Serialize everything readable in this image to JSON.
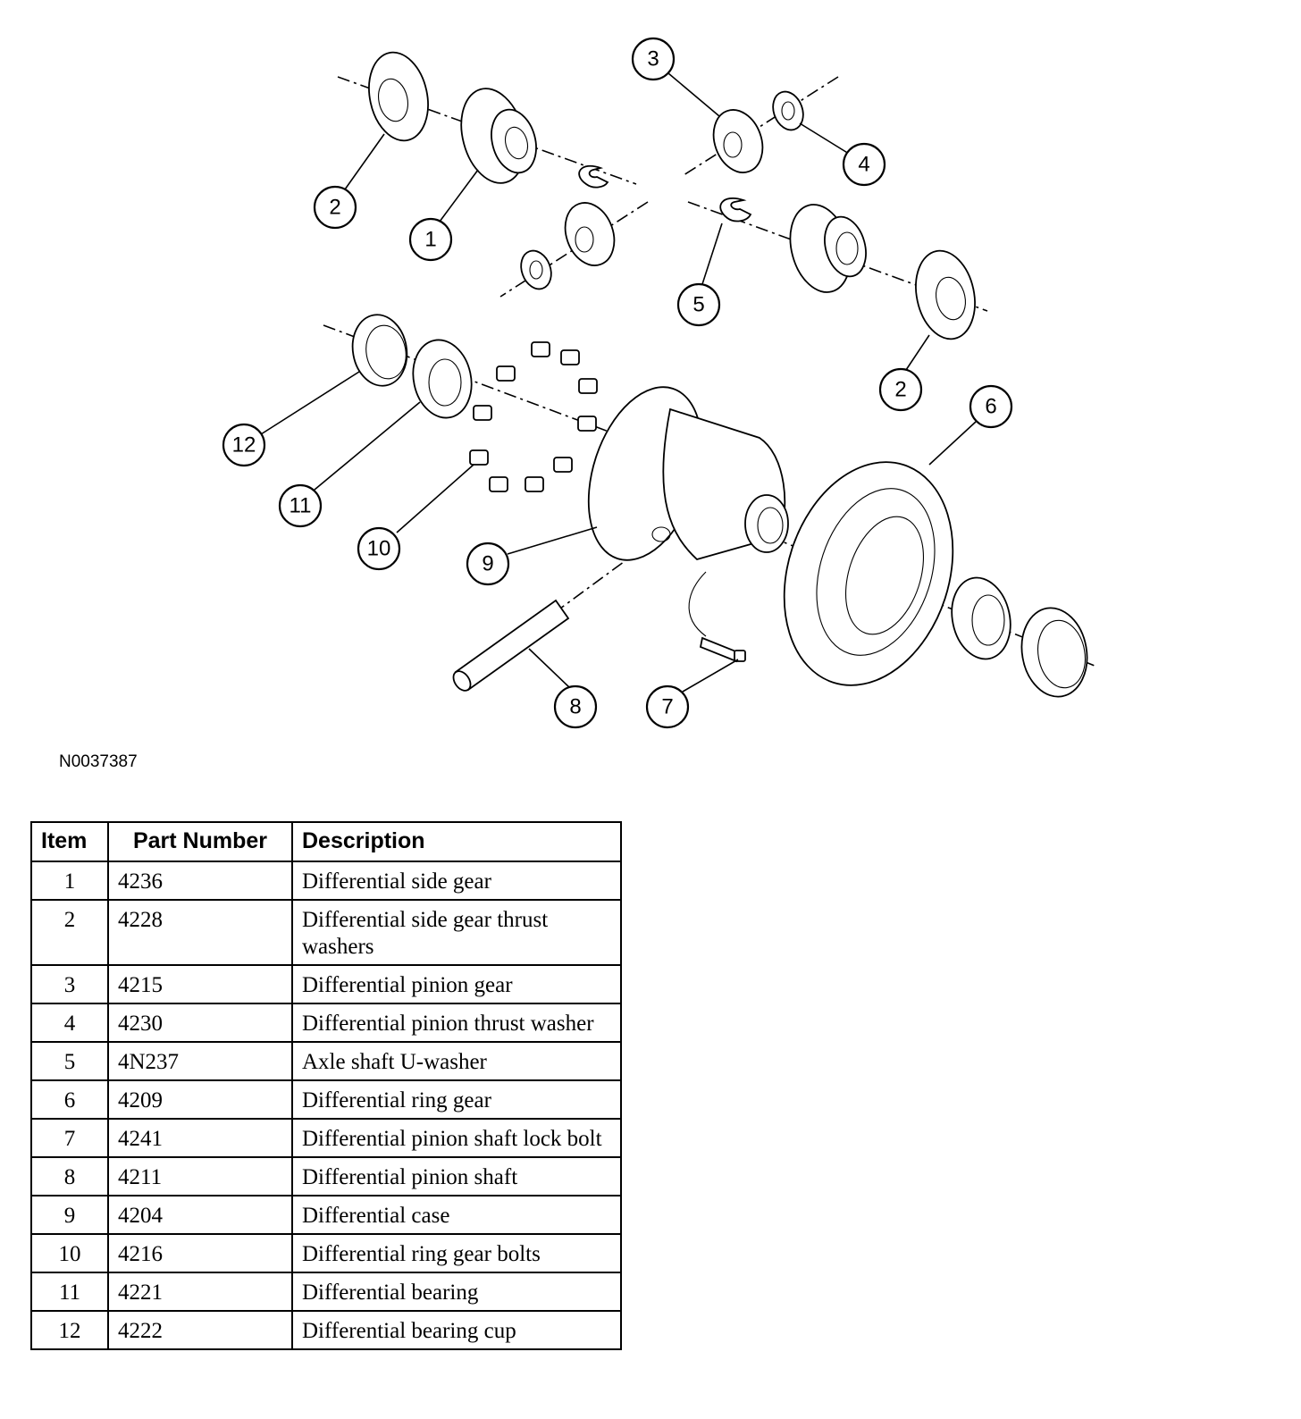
{
  "figure_code": "N0037387",
  "callouts": [
    "1",
    "2",
    "3",
    "4",
    "5",
    "2",
    "6",
    "12",
    "11",
    "10",
    "9",
    "8",
    "7"
  ],
  "table": {
    "headers": {
      "item": "Item",
      "part_number": "Part Number",
      "description": "Description"
    },
    "rows": [
      {
        "item": "1",
        "part_number": "4236",
        "description": "Differential side gear"
      },
      {
        "item": "2",
        "part_number": "4228",
        "description": "Differential side gear thrust washers"
      },
      {
        "item": "3",
        "part_number": "4215",
        "description": "Differential pinion gear"
      },
      {
        "item": "4",
        "part_number": "4230",
        "description": "Differential pinion thrust washer"
      },
      {
        "item": "5",
        "part_number": "4N237",
        "description": "Axle shaft U-washer"
      },
      {
        "item": "6",
        "part_number": "4209",
        "description": "Differential ring gear"
      },
      {
        "item": "7",
        "part_number": "4241",
        "description": "Differential pinion shaft lock bolt"
      },
      {
        "item": "8",
        "part_number": "4211",
        "description": "Differential pinion shaft"
      },
      {
        "item": "9",
        "part_number": "4204",
        "description": "Differential case"
      },
      {
        "item": "10",
        "part_number": "4216",
        "description": "Differential ring gear bolts"
      },
      {
        "item": "11",
        "part_number": "4221",
        "description": "Differential bearing"
      },
      {
        "item": "12",
        "part_number": "4222",
        "description": "Differential bearing cup"
      }
    ]
  }
}
